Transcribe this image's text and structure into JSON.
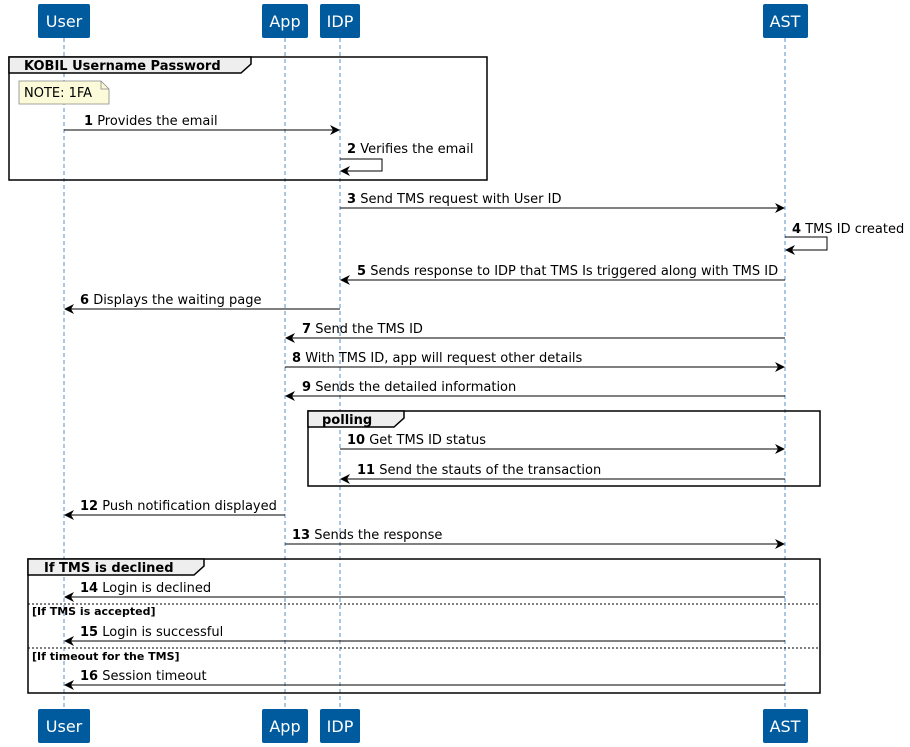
{
  "participants": [
    {
      "id": "user",
      "label": "User"
    },
    {
      "id": "app",
      "label": "App"
    },
    {
      "id": "idp",
      "label": "IDP"
    },
    {
      "id": "ast",
      "label": "AST"
    }
  ],
  "groups": [
    {
      "title": "KOBIL Username Password",
      "note": "NOTE: 1FA"
    },
    {
      "title": "polling"
    },
    {
      "title": "If TMS is declined",
      "else_labels": [
        "[If TMS is accepted]",
        "[If timeout for the TMS]"
      ]
    }
  ],
  "messages": [
    {
      "num": "1",
      "text": "Provides the email",
      "from": "user",
      "to": "idp"
    },
    {
      "num": "2",
      "text": "Verifies the email",
      "from": "idp",
      "to": "idp"
    },
    {
      "num": "3",
      "text": "Send TMS request with User ID",
      "from": "idp",
      "to": "ast"
    },
    {
      "num": "4",
      "text": "TMS ID created",
      "from": "ast",
      "to": "ast"
    },
    {
      "num": "5",
      "text": "Sends response to IDP that TMS Is triggered along with TMS ID",
      "from": "ast",
      "to": "idp"
    },
    {
      "num": "6",
      "text": "Displays the waiting page",
      "from": "idp",
      "to": "user"
    },
    {
      "num": "7",
      "text": "Send the TMS ID",
      "from": "ast",
      "to": "app"
    },
    {
      "num": "8",
      "text": "With TMS ID, app will request other details",
      "from": "app",
      "to": "ast"
    },
    {
      "num": "9",
      "text": "Sends the detailed information",
      "from": "ast",
      "to": "app"
    },
    {
      "num": "10",
      "text": "Get TMS ID status",
      "from": "idp",
      "to": "ast"
    },
    {
      "num": "11",
      "text": "Send the stauts of the transaction",
      "from": "ast",
      "to": "idp"
    },
    {
      "num": "12",
      "text": "Push notification displayed",
      "from": "app",
      "to": "user"
    },
    {
      "num": "13",
      "text": "Sends the response",
      "from": "app",
      "to": "ast"
    },
    {
      "num": "14",
      "text": "Login is declined",
      "from": "ast",
      "to": "user"
    },
    {
      "num": "15",
      "text": "Login is successful",
      "from": "ast",
      "to": "user"
    },
    {
      "num": "16",
      "text": "Session timeout",
      "from": "ast",
      "to": "user"
    }
  ]
}
